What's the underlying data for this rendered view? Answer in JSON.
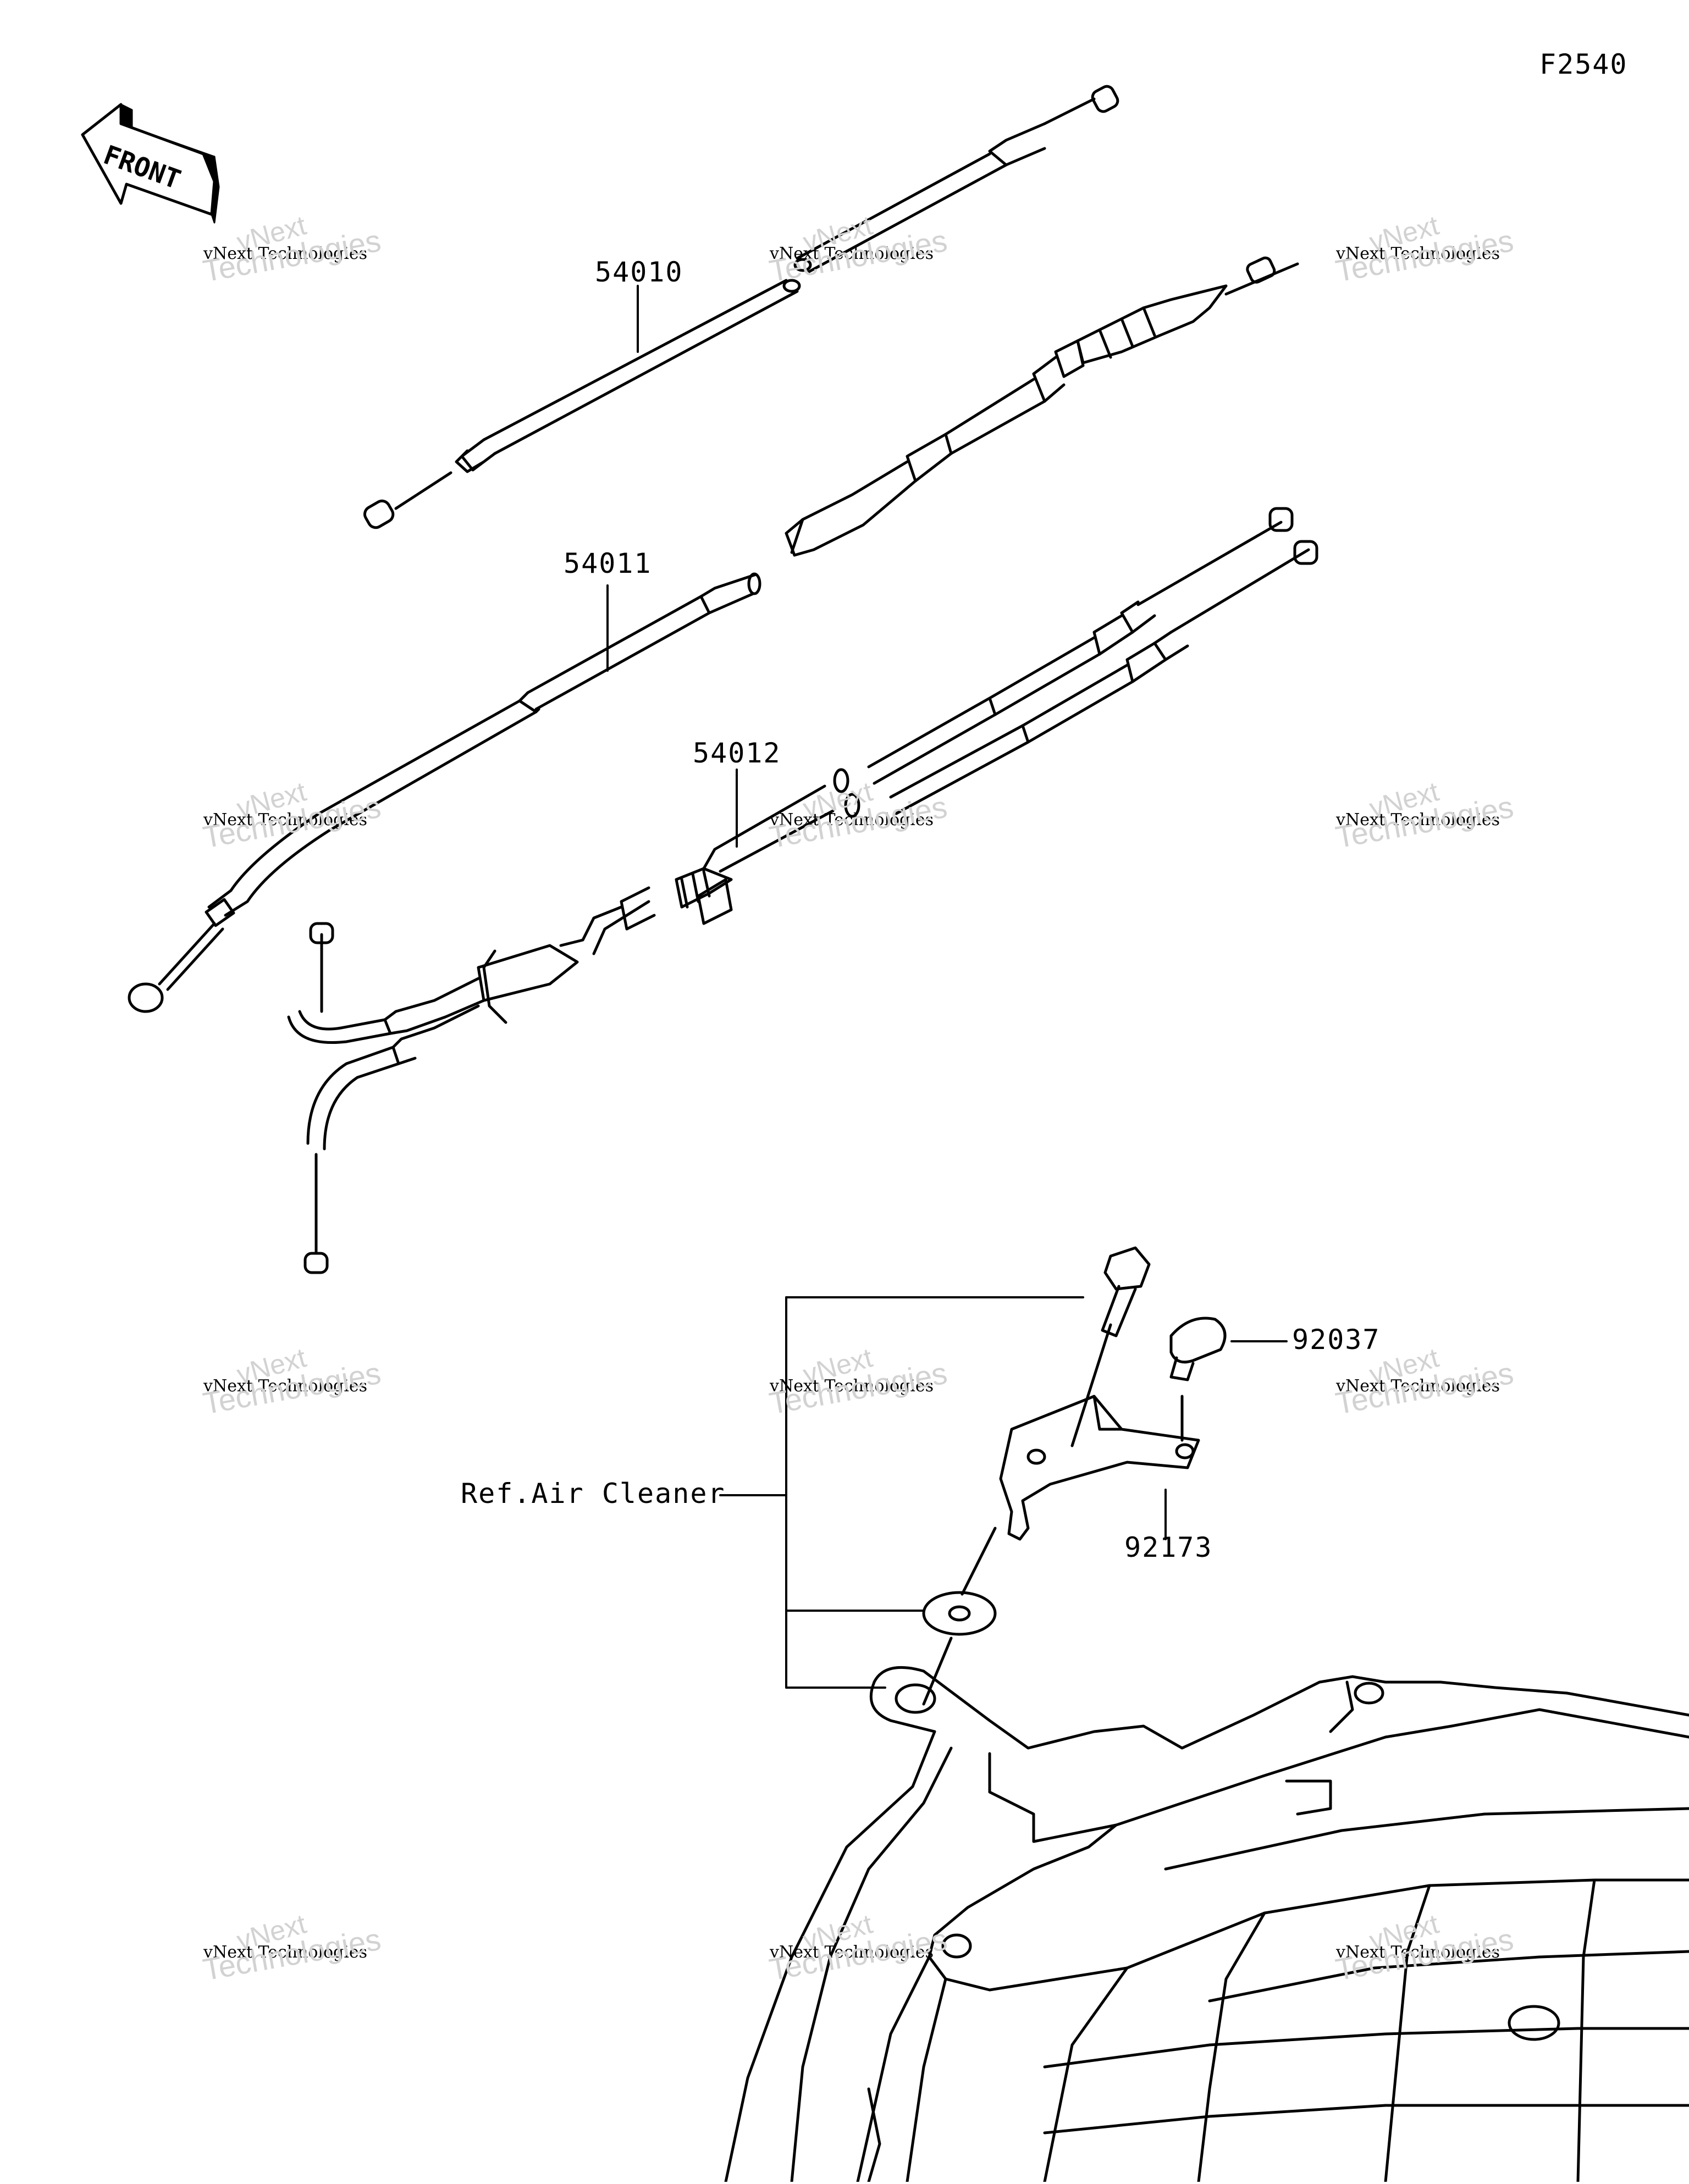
{
  "figure_code": "F2540",
  "front_arrow": {
    "label": "FRONT"
  },
  "parts": [
    {
      "number": "54010"
    },
    {
      "number": "54011"
    },
    {
      "number": "54012"
    },
    {
      "number": "92037"
    },
    {
      "number": "92173"
    }
  ],
  "reference": {
    "label": "Ref.Air Cleaner"
  },
  "watermark": {
    "line1": "vNext Technologies",
    "line2": "Technologies",
    "line3": "vNext"
  }
}
